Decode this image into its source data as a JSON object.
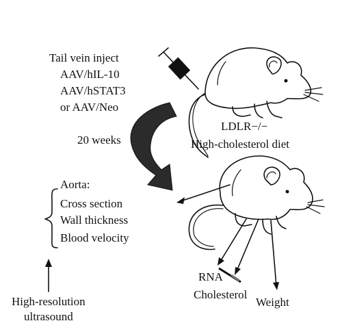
{
  "injection": {
    "lines": [
      "Tail vein inject",
      "AAV/hIL-10",
      "AAV/hSTAT3",
      "or AAV/Neo"
    ]
  },
  "mouse_top": {
    "strain_label": "LDLR−/−",
    "diet_label": "High-cholesterol diet"
  },
  "duration_label": "20 weeks",
  "aorta": {
    "title": "Aorta:",
    "items": [
      "Cross section",
      "Wall thickness",
      "Blood velocity"
    ]
  },
  "ultrasound": {
    "lines": [
      "High-resolution",
      "ultrasound"
    ]
  },
  "outputs": {
    "rna": "RNA",
    "cholesterol": "Cholesterol",
    "weight": "Weight"
  },
  "colors": {
    "ink": "#111111",
    "arrow_fill": "#2b2b2b",
    "background": "#ffffff"
  },
  "icons": [
    "syringe-icon",
    "mouse-icon",
    "curved-arrow-icon",
    "bracket-icon"
  ]
}
